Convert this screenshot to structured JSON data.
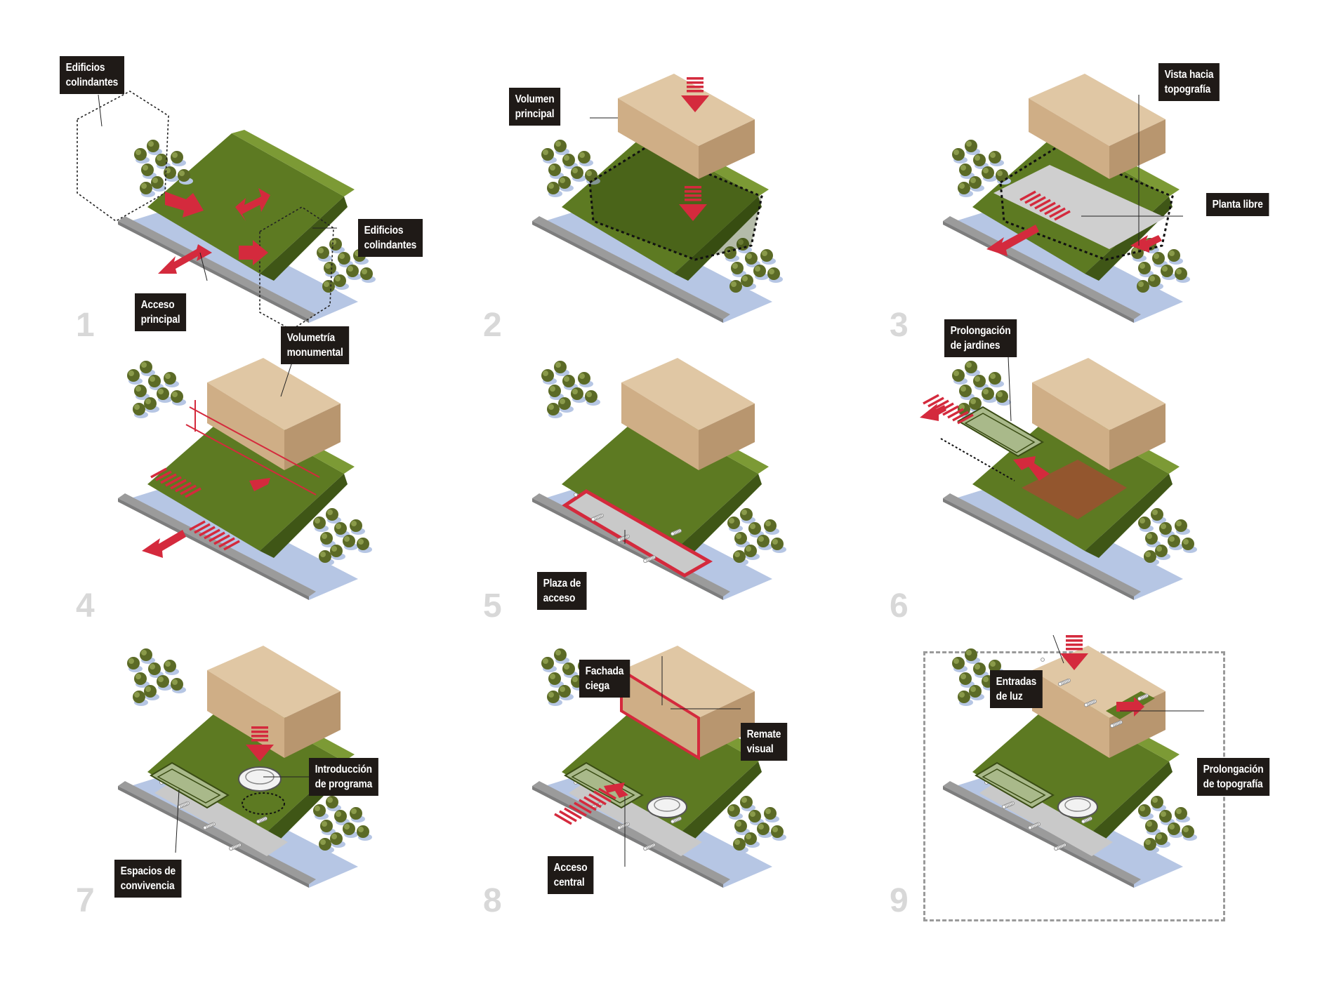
{
  "colors": {
    "green": "#5d7a22",
    "green_dark": "#3f5616",
    "green_light": "#7c9a35",
    "box_top": "#e0c7a4",
    "box_front": "#cfae86",
    "box_side": "#b8966f",
    "road": "#9b9b9b",
    "shadow": "#b6c6e4",
    "red": "#d42a3d",
    "label_bg": "#1f1a17",
    "tree": "#5b6a26",
    "number": "#d8d8d8"
  },
  "panels": [
    {
      "number": "1",
      "icon": "step-1-site-icon",
      "labels": [
        {
          "id": "edificios-colindantes-top",
          "text": "Edificios\ncolindantes"
        },
        {
          "id": "edificios-colindantes-right",
          "text": "Edificios\ncolindantes"
        },
        {
          "id": "acceso-principal",
          "text": "Acceso\nprincipal"
        }
      ]
    },
    {
      "number": "2",
      "icon": "step-2-volume-icon",
      "labels": [
        {
          "id": "volumen-principal",
          "text": "Volumen\nprincipal"
        }
      ]
    },
    {
      "number": "3",
      "icon": "step-3-raised-volume-icon",
      "labels": [
        {
          "id": "vista-hacia-topografia",
          "text": "Vista hacia\ntopografía"
        },
        {
          "id": "planta-libre",
          "text": "Planta libre"
        }
      ]
    },
    {
      "number": "4",
      "icon": "step-4-monumental-icon",
      "labels": [
        {
          "id": "volumetria-monumental",
          "text": "Volumetría\nmonumental"
        }
      ]
    },
    {
      "number": "5",
      "icon": "step-5-plaza-icon",
      "labels": [
        {
          "id": "plaza-de-acceso",
          "text": "Plaza de\nacceso"
        }
      ]
    },
    {
      "number": "6",
      "icon": "step-6-gardens-icon",
      "labels": [
        {
          "id": "prolongacion-de-jardines",
          "text": "Prolongación\nde jardines"
        }
      ]
    },
    {
      "number": "7",
      "icon": "step-7-program-icon",
      "labels": [
        {
          "id": "introduccion-de-programa",
          "text": "Introducción\nde programa"
        },
        {
          "id": "espacios-de-convivencia",
          "text": "Espacios de\nconvivencia"
        }
      ]
    },
    {
      "number": "8",
      "icon": "step-8-facade-icon",
      "labels": [
        {
          "id": "fachada-ciega",
          "text": "Fachada\nciega"
        },
        {
          "id": "remate-visual",
          "text": "Remate\nvisual"
        },
        {
          "id": "acceso-central",
          "text": "Acceso\ncentral"
        }
      ]
    },
    {
      "number": "9",
      "icon": "step-9-final-icon",
      "labels": [
        {
          "id": "entradas-de-luz",
          "text": "Entradas\nde luz"
        },
        {
          "id": "prolongacion-de-topografia",
          "text": "Prolongación\nde topografía"
        }
      ]
    }
  ]
}
